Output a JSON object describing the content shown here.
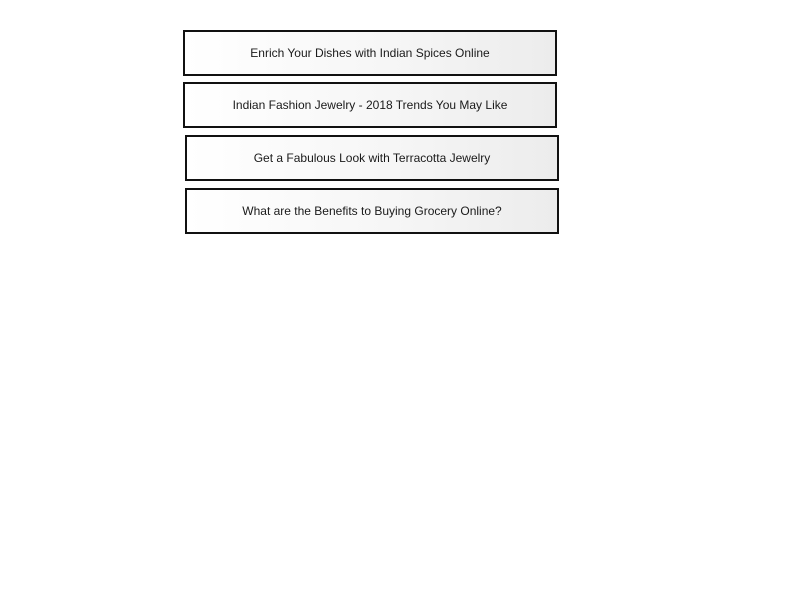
{
  "articles": [
    {
      "title": "Enrich Your Dishes with Indian Spices Online"
    },
    {
      "title": "Indian Fashion Jewelry - 2018 Trends You May Like"
    },
    {
      "title": "Get a Fabulous Look with Terracotta Jewelry"
    },
    {
      "title": "What are the Benefits to Buying Grocery Online?"
    }
  ]
}
